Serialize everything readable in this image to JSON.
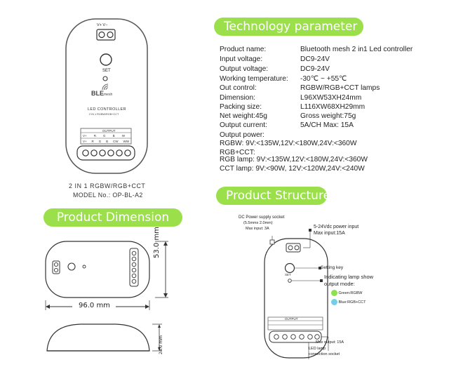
{
  "product": {
    "socket_labels": "V+ V−",
    "set_label": "SET",
    "brand": "BLE",
    "brand_sub": "mesh",
    "controller_title": "LED CONTROLLER",
    "controller_sub": "2 IN 1 RGBW/RGB+CCT",
    "output_header": "OUTPUT",
    "output_row1": [
      "V+",
      "R",
      "G",
      "B",
      "W"
    ],
    "output_row2": [
      "V+",
      "R",
      "G",
      "B",
      "CW",
      "WW"
    ],
    "caption_line1": "2 IN 1 RGBW/RGB+CCT",
    "caption_line2": "MODEL No.: OP-BL-A2"
  },
  "sections": {
    "technology": "Technology parameter",
    "dimension": "Product Dimension",
    "structure": "Product Structure"
  },
  "params": [
    {
      "label": "Product name:",
      "value": "Bluetooth mesh 2 in1 Led controller"
    },
    {
      "label": "Input voltage:",
      "value": "DC9-24V"
    },
    {
      "label": "Output voltage:",
      "value": "DC9-24V"
    },
    {
      "label": "Working temperature:",
      "value": "-30℃ ~ +55℃"
    },
    {
      "label": "Out control:",
      "value": "RGBW/RGB+CCT lamps"
    },
    {
      "label": "Dimension:",
      "value": "L96XW53XH24mm"
    },
    {
      "label": "Packing size:",
      "value": "L116XW68XH29mm"
    },
    {
      "label": "Net weight:45g",
      "value": "Gross weight:75g"
    },
    {
      "label": "Output current:",
      "value": "5A/CH  Max: 15A"
    }
  ],
  "power": {
    "heading": "Output power:",
    "rgbw": "RGBW: 9V:<135W,12V:<180W,24V:<360W",
    "rgbcct": "RGB+CCT:",
    "rgb_lamp": "RGB lamp:  9V:<135W,12V:<180W,24V:<360W",
    "cct_lamp": "CCT lamp:  9V:<90W,   12V:<120W,24V:<240W"
  },
  "dimension": {
    "width": "96.0 mm",
    "height": "53.0 mm",
    "depth": "24.0 mm"
  },
  "structure": {
    "dc_socket_1": "DC Power supply socket",
    "dc_socket_2": "(5.5mmx 2.0mm)",
    "dc_socket_3": "Max input: 3A",
    "power_input_1": "5-24Vdc power input",
    "power_input_2": "Max input:15A",
    "setting_key": "Setting key",
    "indicating_1": "Indicating lamp show",
    "indicating_2": "output mode:",
    "green": "Green:RGBW",
    "blue": "Blue:RGB+CCT",
    "set_label": "SET",
    "output_header": "OUTPUT",
    "max_output": "Max output: 15A",
    "lamp_socket_1": "LED lamp",
    "lamp_socket_2": "connection socket"
  }
}
